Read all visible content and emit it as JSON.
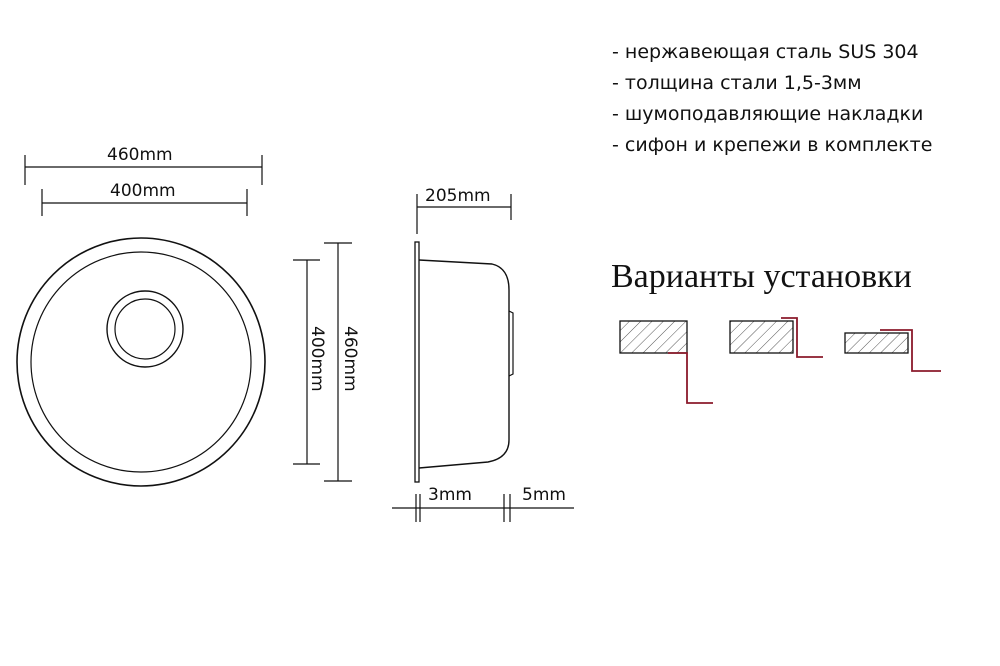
{
  "dimensions": {
    "outer_width": "460mm",
    "inner_width": "400mm",
    "outer_height": "460mm",
    "inner_height": "400mm",
    "depth": "205mm",
    "flange_thickness": "3mm",
    "edge_offset": "5mm"
  },
  "specs": [
    "- нержавеющая сталь SUS 304",
    "- толщина стали 1,5-3мм",
    "- шумоподавляющие накладки",
    "- сифон и крепежи в комплекте"
  ],
  "installation": {
    "title": "Варианты установки",
    "variants": [
      "undermount",
      "flush-mount",
      "top-mount"
    ],
    "accent_color": "#8b1a2b"
  },
  "colors": {
    "line": "#111111",
    "hatch": "#444444",
    "accent": "#8b1a2b"
  }
}
